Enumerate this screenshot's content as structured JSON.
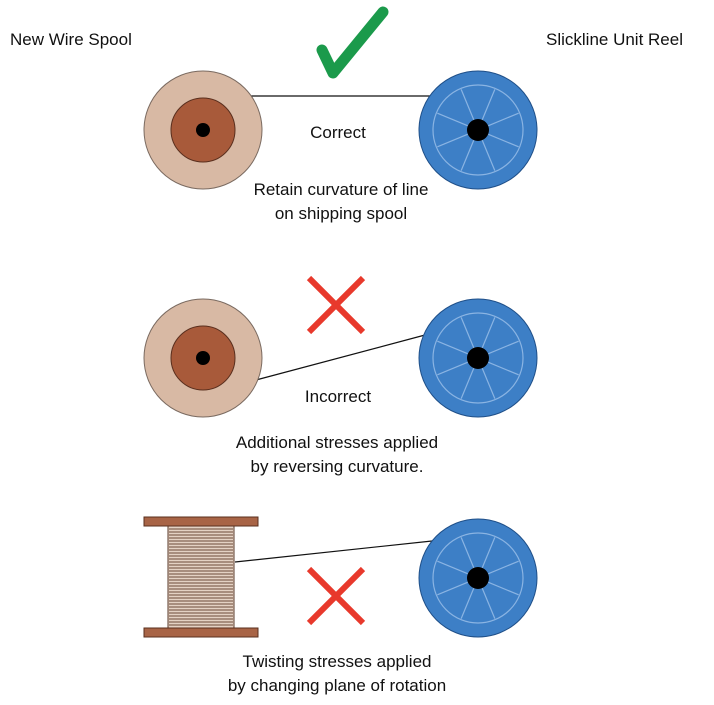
{
  "headers": {
    "left": "New Wire Spool",
    "right": "Slickline Unit Reel"
  },
  "panels": [
    {
      "status": "correct",
      "status_label": "Correct",
      "caption_lines": [
        "Retain curvature  of line",
        "on shipping spool"
      ]
    },
    {
      "status": "incorrect",
      "status_label": "Incorrect",
      "caption_lines": [
        "Additional stresses applied",
        "by reversing curvature."
      ]
    },
    {
      "status": "incorrect",
      "status_label": "",
      "caption_lines": [
        "Twisting stresses applied",
        "by changing plane of rotation"
      ]
    }
  ],
  "colors": {
    "spool_outer": "#d8b9a4",
    "spool_inner": "#a85a3a",
    "reel": "#3d7fc6",
    "reel_lines": "#8ab4e3",
    "check": "#1b9a4b",
    "cross": "#e8392c",
    "spindle_flange": "#a86446"
  }
}
